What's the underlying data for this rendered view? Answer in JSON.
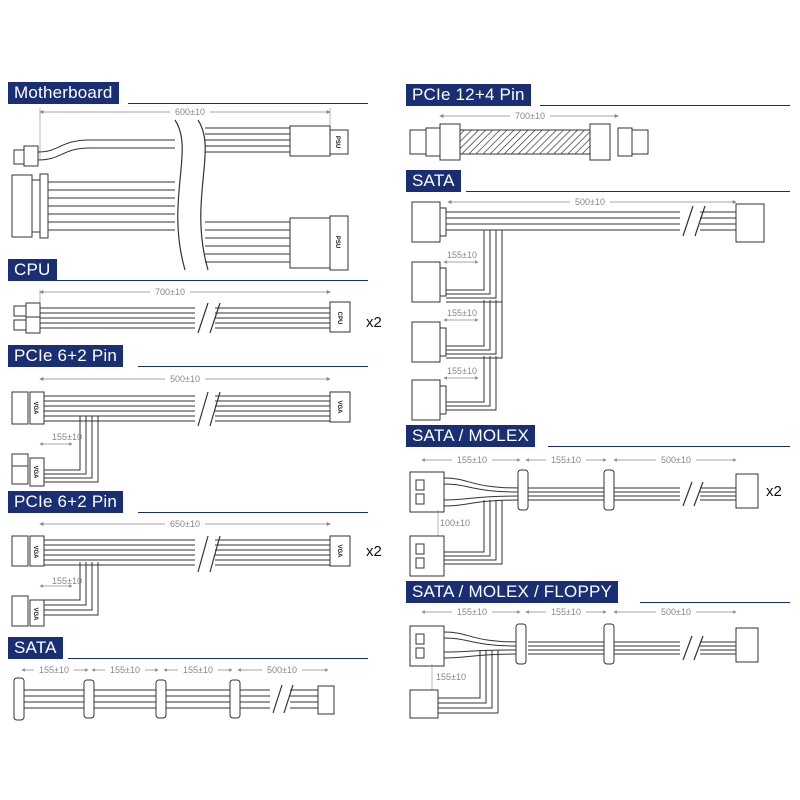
{
  "sections": {
    "motherboard": {
      "title": "Motherboard",
      "dim": "600±10",
      "conn_a": "PSU",
      "conn_b": "PSU"
    },
    "cpu": {
      "title": "CPU",
      "dim": "700±10",
      "conn": "CPU",
      "mult": "x2"
    },
    "pcie1": {
      "title": "PCIe 6+2 Pin",
      "dim": "500±10",
      "branch_dim": "155±10",
      "conn": "VGA"
    },
    "pcie2": {
      "title": "PCIe 6+2 Pin",
      "dim": "650±10",
      "branch_dim": "155±10",
      "conn": "VGA",
      "mult": "x2"
    },
    "sata_left": {
      "title": "SATA",
      "dims": [
        "155±10",
        "155±10",
        "155±10",
        "500±10"
      ]
    },
    "pcie124": {
      "title": "PCIe 12+4 Pin",
      "dim": "700±10"
    },
    "sata_right": {
      "title": "SATA",
      "dim": "500±10",
      "branch_dims": [
        "155±10",
        "155±10",
        "155±10"
      ]
    },
    "sata_molex": {
      "title": "SATA / MOLEX",
      "dims": [
        "155±10",
        "155±10",
        "500±10"
      ],
      "branch_dim": "100±10",
      "mult": "x2"
    },
    "sata_molex_floppy": {
      "title": "SATA / MOLEX / FLOPPY",
      "dims": [
        "155±10",
        "155±10",
        "500±10"
      ],
      "branch_dim": "155±10"
    }
  },
  "colors": {
    "label_bg": "#1a2f73",
    "label_text": "#ffffff",
    "line": "#333333",
    "dim": "#888888"
  }
}
